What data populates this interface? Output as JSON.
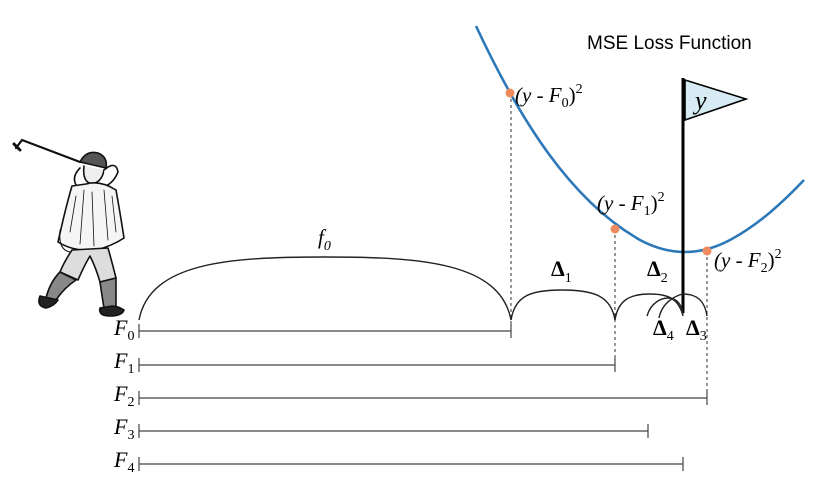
{
  "title": "MSE Loss Function",
  "flag_label": "y",
  "colors": {
    "curve": "#2c78b8",
    "points": "#ee8a5e",
    "flag_fill": "#d6ebf4",
    "lines": "#444444"
  },
  "arcs": {
    "f0": {
      "main": "f",
      "sub": "0"
    },
    "delta1": {
      "main": "Δ",
      "sub": "1"
    },
    "delta2": {
      "main": "Δ",
      "sub": "2"
    },
    "delta3": {
      "main": "Δ",
      "sub": "3"
    },
    "delta4": {
      "main": "Δ",
      "sub": "4"
    }
  },
  "loss_points": [
    {
      "pre": "(y - F",
      "sub": "0",
      "post": ")",
      "sup": "2"
    },
    {
      "pre": "(y - F",
      "sub": "1",
      "post": ")",
      "sup": "2"
    },
    {
      "pre": "(y - F",
      "sub": "2",
      "post": ")",
      "sup": "2"
    }
  ],
  "rows": [
    {
      "main": "F",
      "sub": "0"
    },
    {
      "main": "F",
      "sub": "1"
    },
    {
      "main": "F",
      "sub": "2"
    },
    {
      "main": "F",
      "sub": "3"
    },
    {
      "main": "F",
      "sub": "4"
    }
  ],
  "golfer_icon": "golfer-icon"
}
